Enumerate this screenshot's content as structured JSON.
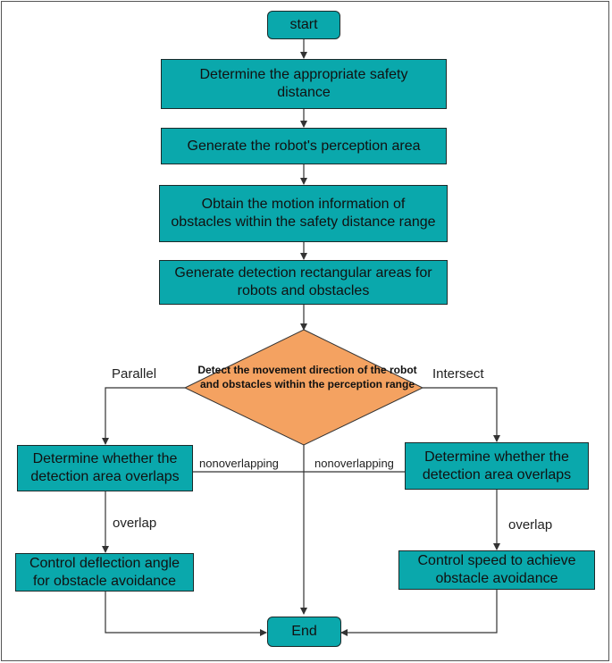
{
  "nodes": {
    "start": "start",
    "safety_distance": "Determine the appropriate safety distance",
    "perception_area": "Generate the robot's perception area",
    "motion_info": "Obtain the motion information of obstacles within the safety distance range",
    "detection_rect": "Generate detection rectangular areas for robots and obstacles",
    "decision": "Detect the movement direction of the robot and obstacles within the perception range",
    "overlap_left": "Determine whether the detection area overlaps",
    "overlap_right": "Determine whether the detection area overlaps",
    "deflection": "Control deflection angle for obstacle avoidance",
    "speed": "Control speed to achieve obstacle avoidance",
    "end": "End"
  },
  "edge_labels": {
    "parallel": "Parallel",
    "intersect": "Intersect",
    "nonoverlap_left": "nonoverlapping",
    "nonoverlap_right": "nonoverlapping",
    "overlap_left": "overlap",
    "overlap_right": "overlap"
  },
  "colors": {
    "process_fill": "#0aa8ac",
    "decision_fill": "#f4a261",
    "line": "#333333"
  }
}
